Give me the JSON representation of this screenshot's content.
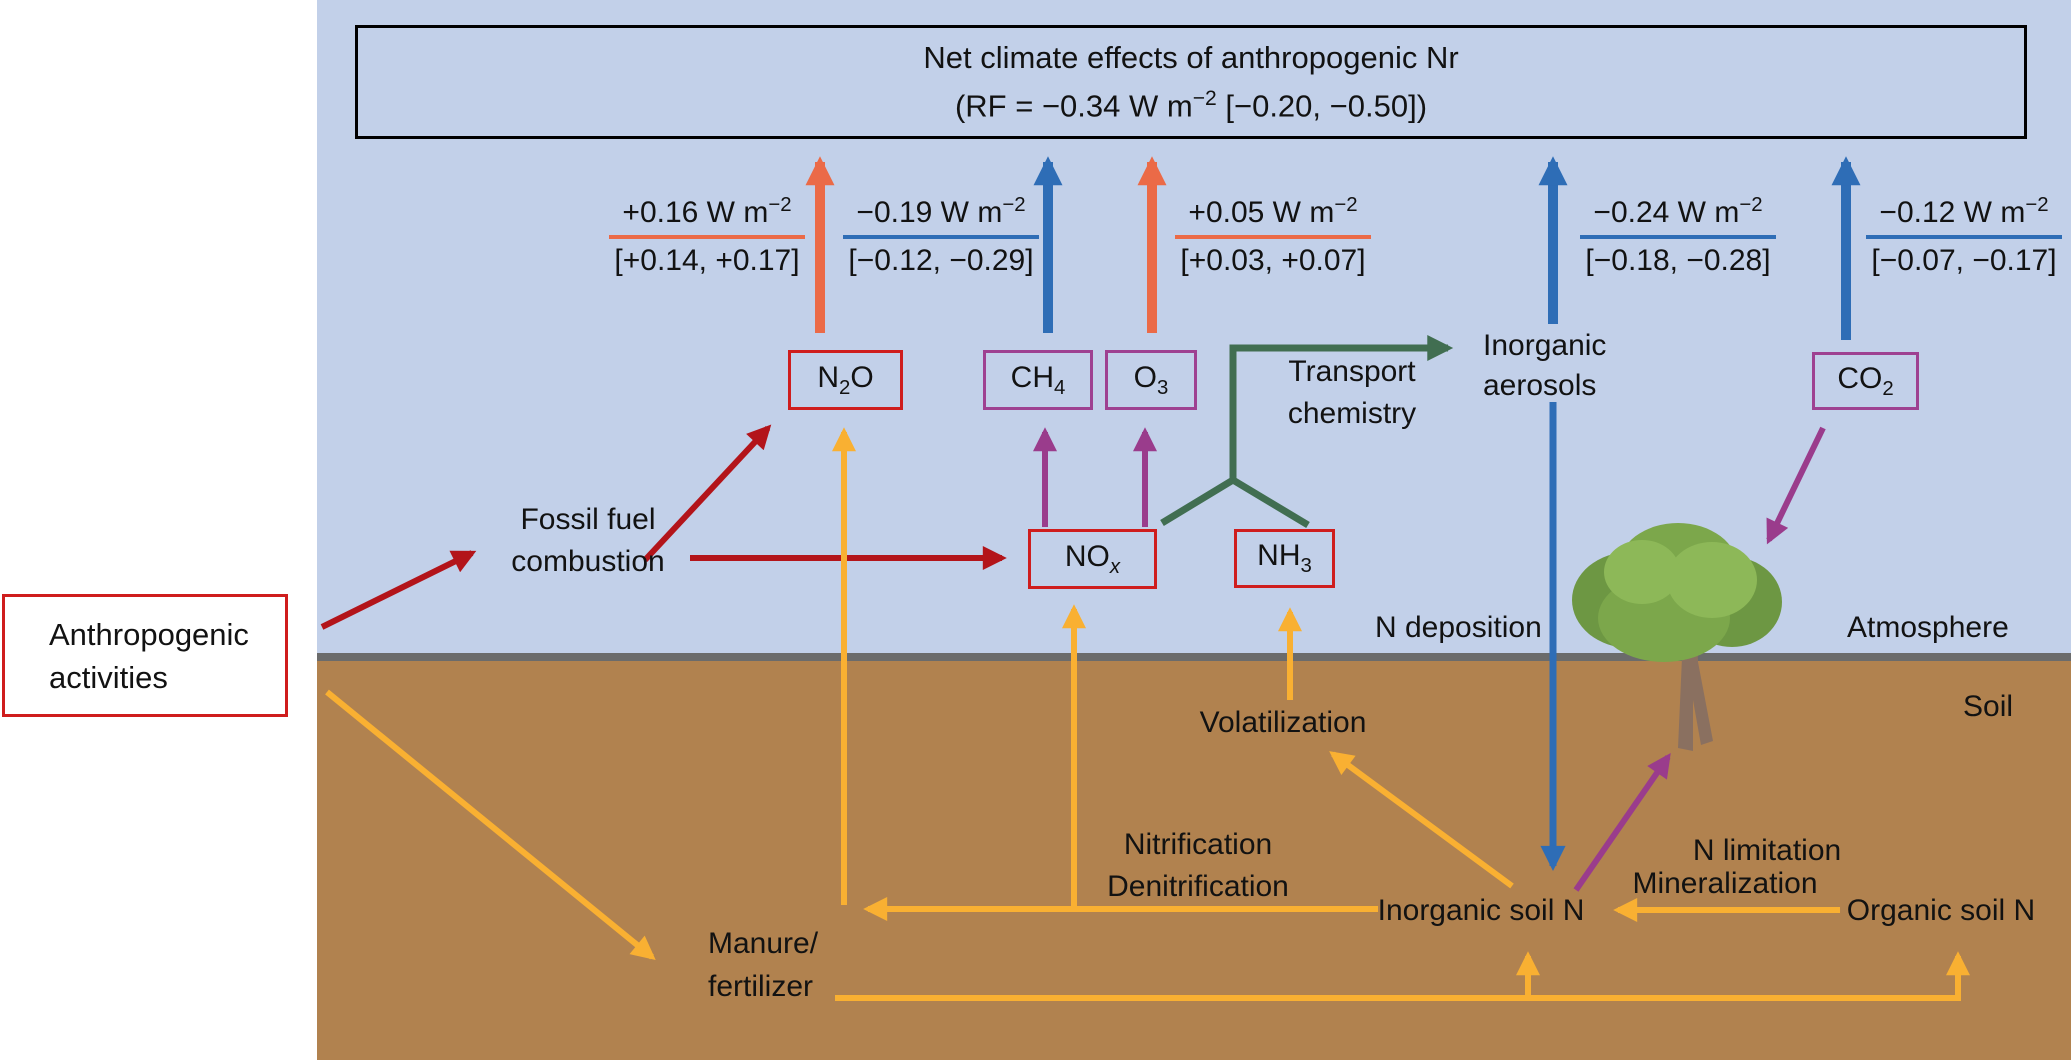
{
  "colors": {
    "sky": "#c2d0e9",
    "soil": "#b1824f",
    "horizon": "#6b6b6b",
    "arrow_warm": "#eb6a47",
    "arrow_cool": "#2e6db6",
    "arrow_dark_red": "#b3141a",
    "arrow_yellow": "#f9b032",
    "arrow_purple": "#9a3c8c",
    "arrow_green": "#416e51",
    "box_red": "#cf1d1d",
    "box_purple": "#9e4191"
  },
  "title_box": {
    "line1": "Net climate effects of anthropogenic Nr",
    "line2": "(RF = −0.34 W m<sup>−2</sup> [−0.20, −0.50])"
  },
  "rf_labels": [
    {
      "value": "+0.16 W m<sup>−2</sup>",
      "range": "[+0.14, +0.17]",
      "trend": "warming"
    },
    {
      "value": "−0.19 W m<sup>−2</sup>",
      "range": "[−0.12, −0.29]",
      "trend": "cooling"
    },
    {
      "value": "+0.05 W m<sup>−2</sup>",
      "range": "[+0.03, +0.07]",
      "trend": "warming"
    },
    {
      "value": "−0.24 W m<sup>−2</sup>",
      "range": "[−0.18, −0.28]",
      "trend": "cooling"
    },
    {
      "value": "−0.12 W m<sup>−2</sup>",
      "range": "[−0.07, −0.17]",
      "trend": "cooling"
    }
  ],
  "gas_boxes": {
    "n2o": "N<sub>2</sub>O",
    "ch4": "CH<sub>4</sub>",
    "o3": "O<sub>3</sub>",
    "nox": "NO<sub><i>x</i></sub>",
    "nh3": "NH<sub>3</sub>",
    "co2": "CO<sub>2</sub>"
  },
  "labels": {
    "anthropogenic_1": "Anthropogenic",
    "anthropogenic_2": "activities",
    "fossil_1": "Fossil fuel",
    "fossil_2": "combustion",
    "transport_1": "Transport",
    "transport_2": "chemistry",
    "aerosols_1": "Inorganic",
    "aerosols_2": "aerosols",
    "n_deposition": "N deposition",
    "atmosphere": "Atmosphere",
    "soil": "Soil",
    "volatilization": "Volatilization",
    "nitrification_1": "Nitrification",
    "nitrification_2": "Denitrification",
    "inorganic_soil_n": "Inorganic soil N",
    "mineralization": "Mineralization",
    "organic_soil_n": "Organic soil N",
    "n_limitation": "N limitation",
    "manure_1": "Manure/",
    "manure_2": "fertilizer"
  }
}
